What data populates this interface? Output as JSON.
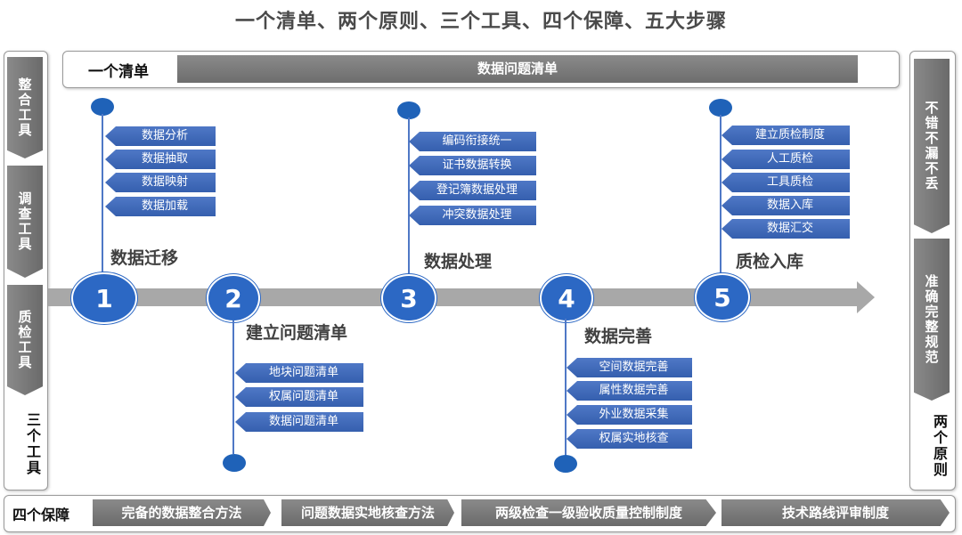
{
  "title": "一个清单、两个原则、三个工具、四个保障、五大步骤",
  "top_bar": {
    "label": "一个清单",
    "content": "数据问题清单"
  },
  "left_panel": {
    "tools": [
      "整合工具",
      "调查工具",
      "质检工具"
    ],
    "label": "三个工具"
  },
  "right_panel": {
    "principles": [
      "不错不漏不丢",
      "准确完整规范"
    ],
    "label": "两个原则"
  },
  "bottom_bar": {
    "label": "四个保障",
    "items": [
      "完备的数据整合方法",
      "问题数据实地核查方法",
      "两级检查一级验收质量控制制度",
      "技术路线评审制度"
    ]
  },
  "steps": [
    {
      "number": "1",
      "name": "数据迁移",
      "items": [
        "数据分析",
        "数据抽取",
        "数据映射",
        "数据加载"
      ]
    },
    {
      "number": "2",
      "name": "建立问题清单",
      "items": [
        "地块问题清单",
        "权属问题清单",
        "数据问题清单"
      ]
    },
    {
      "number": "3",
      "name": "数据处理",
      "items": [
        "编码衔接统一",
        "证书数据转换",
        "登记簿数据处理",
        "冲突数据处理"
      ]
    },
    {
      "number": "4",
      "name": "数据完善",
      "items": [
        "空间数据完善",
        "属性数据完善",
        "外业数据采集",
        "权属实地核查"
      ]
    },
    {
      "number": "5",
      "name": "质检入库",
      "items": [
        "建立质检制度",
        "人工质检",
        "工具质检",
        "数据入库",
        "数据汇交"
      ]
    }
  ],
  "colors": {
    "accent": "#2c68c4",
    "tag": "#4470c0",
    "grey": "#7a7a7a",
    "arrow": "#a8a8a8"
  }
}
